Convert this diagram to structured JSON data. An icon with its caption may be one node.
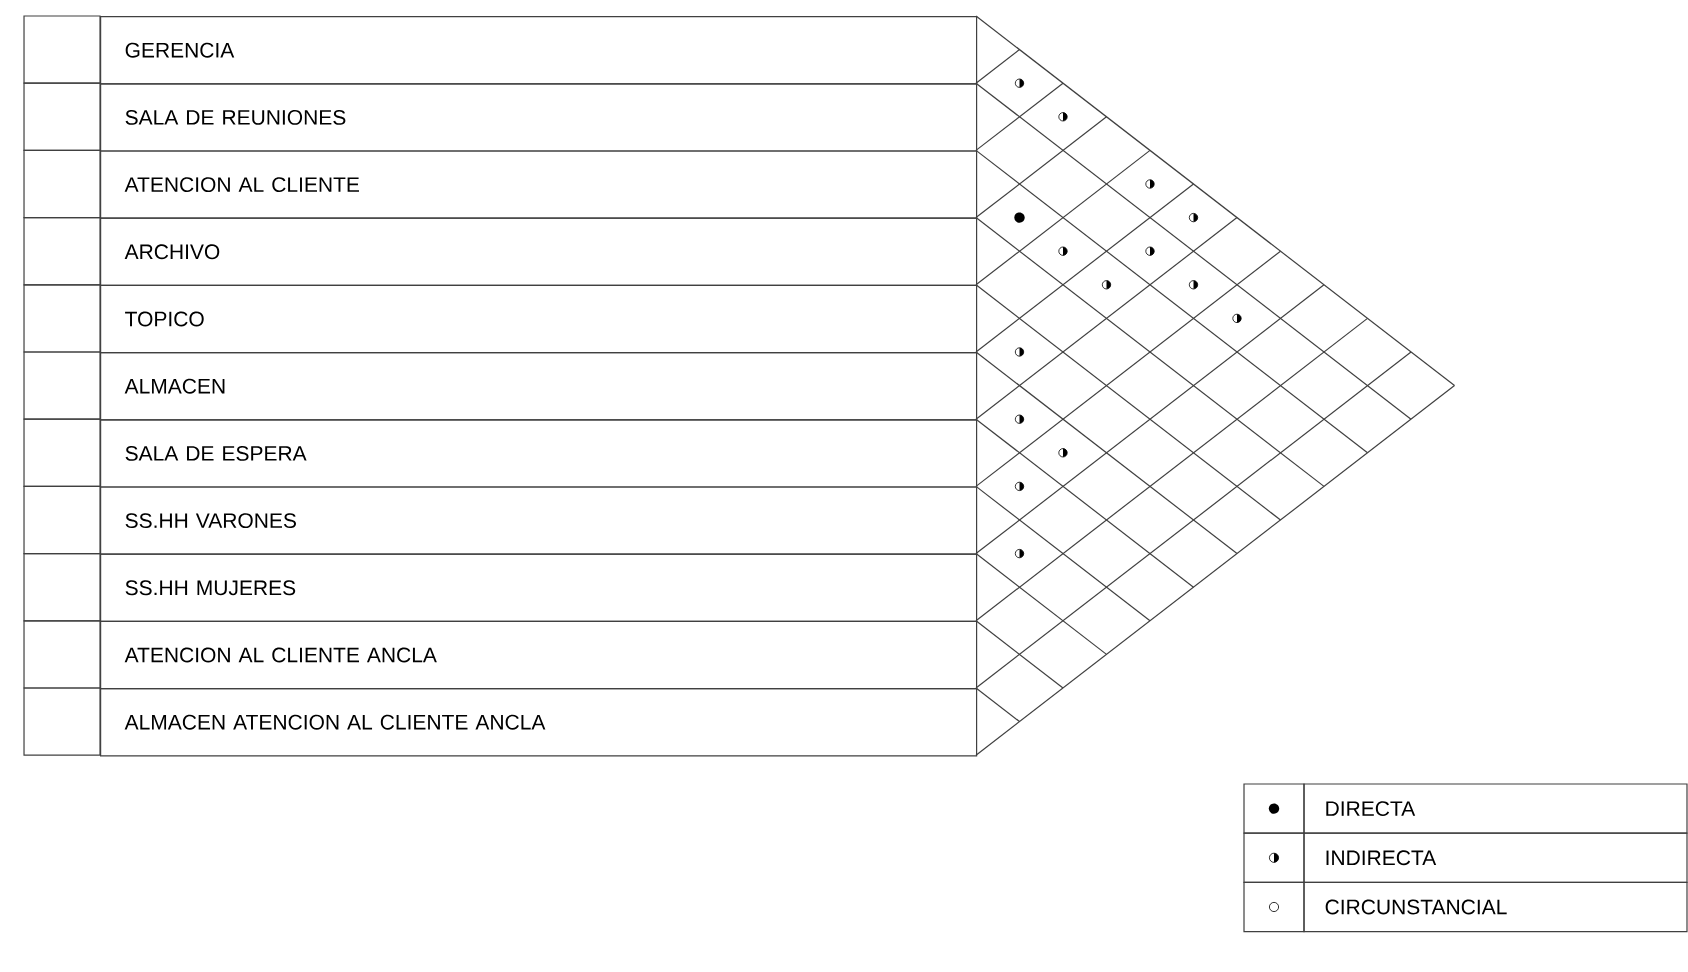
{
  "diagram": {
    "nodes": [
      {
        "text": [
          "GERENCIA"
        ]
      },
      {
        "text": [
          "SALA DE REUNIONES"
        ]
      },
      {
        "text": [
          "ATENCION AL CLIENTE"
        ]
      },
      {
        "text": [
          "ARCHIVO"
        ]
      },
      {
        "text": [
          "TOPICO"
        ]
      },
      {
        "text": [
          "ALMACEN"
        ]
      },
      {
        "text": [
          "SALA DE ESPERA"
        ]
      },
      {
        "text": [
          "SS.HH VARONES"
        ]
      },
      {
        "text": [
          "SS.HH MUJERES"
        ]
      },
      {
        "text": [
          "ATENCION AL CLIENTE ANCLA"
        ]
      },
      {
        "text": [
          "ALMACEN ATENCION AL CLIENTE ANCLA"
        ]
      }
    ],
    "legend": [
      {
        "text": "DIRECTA"
      },
      {
        "text": "INDIRECTA"
      },
      {
        "text": "CIRCUNSTANCIAL"
      }
    ]
  }
}
